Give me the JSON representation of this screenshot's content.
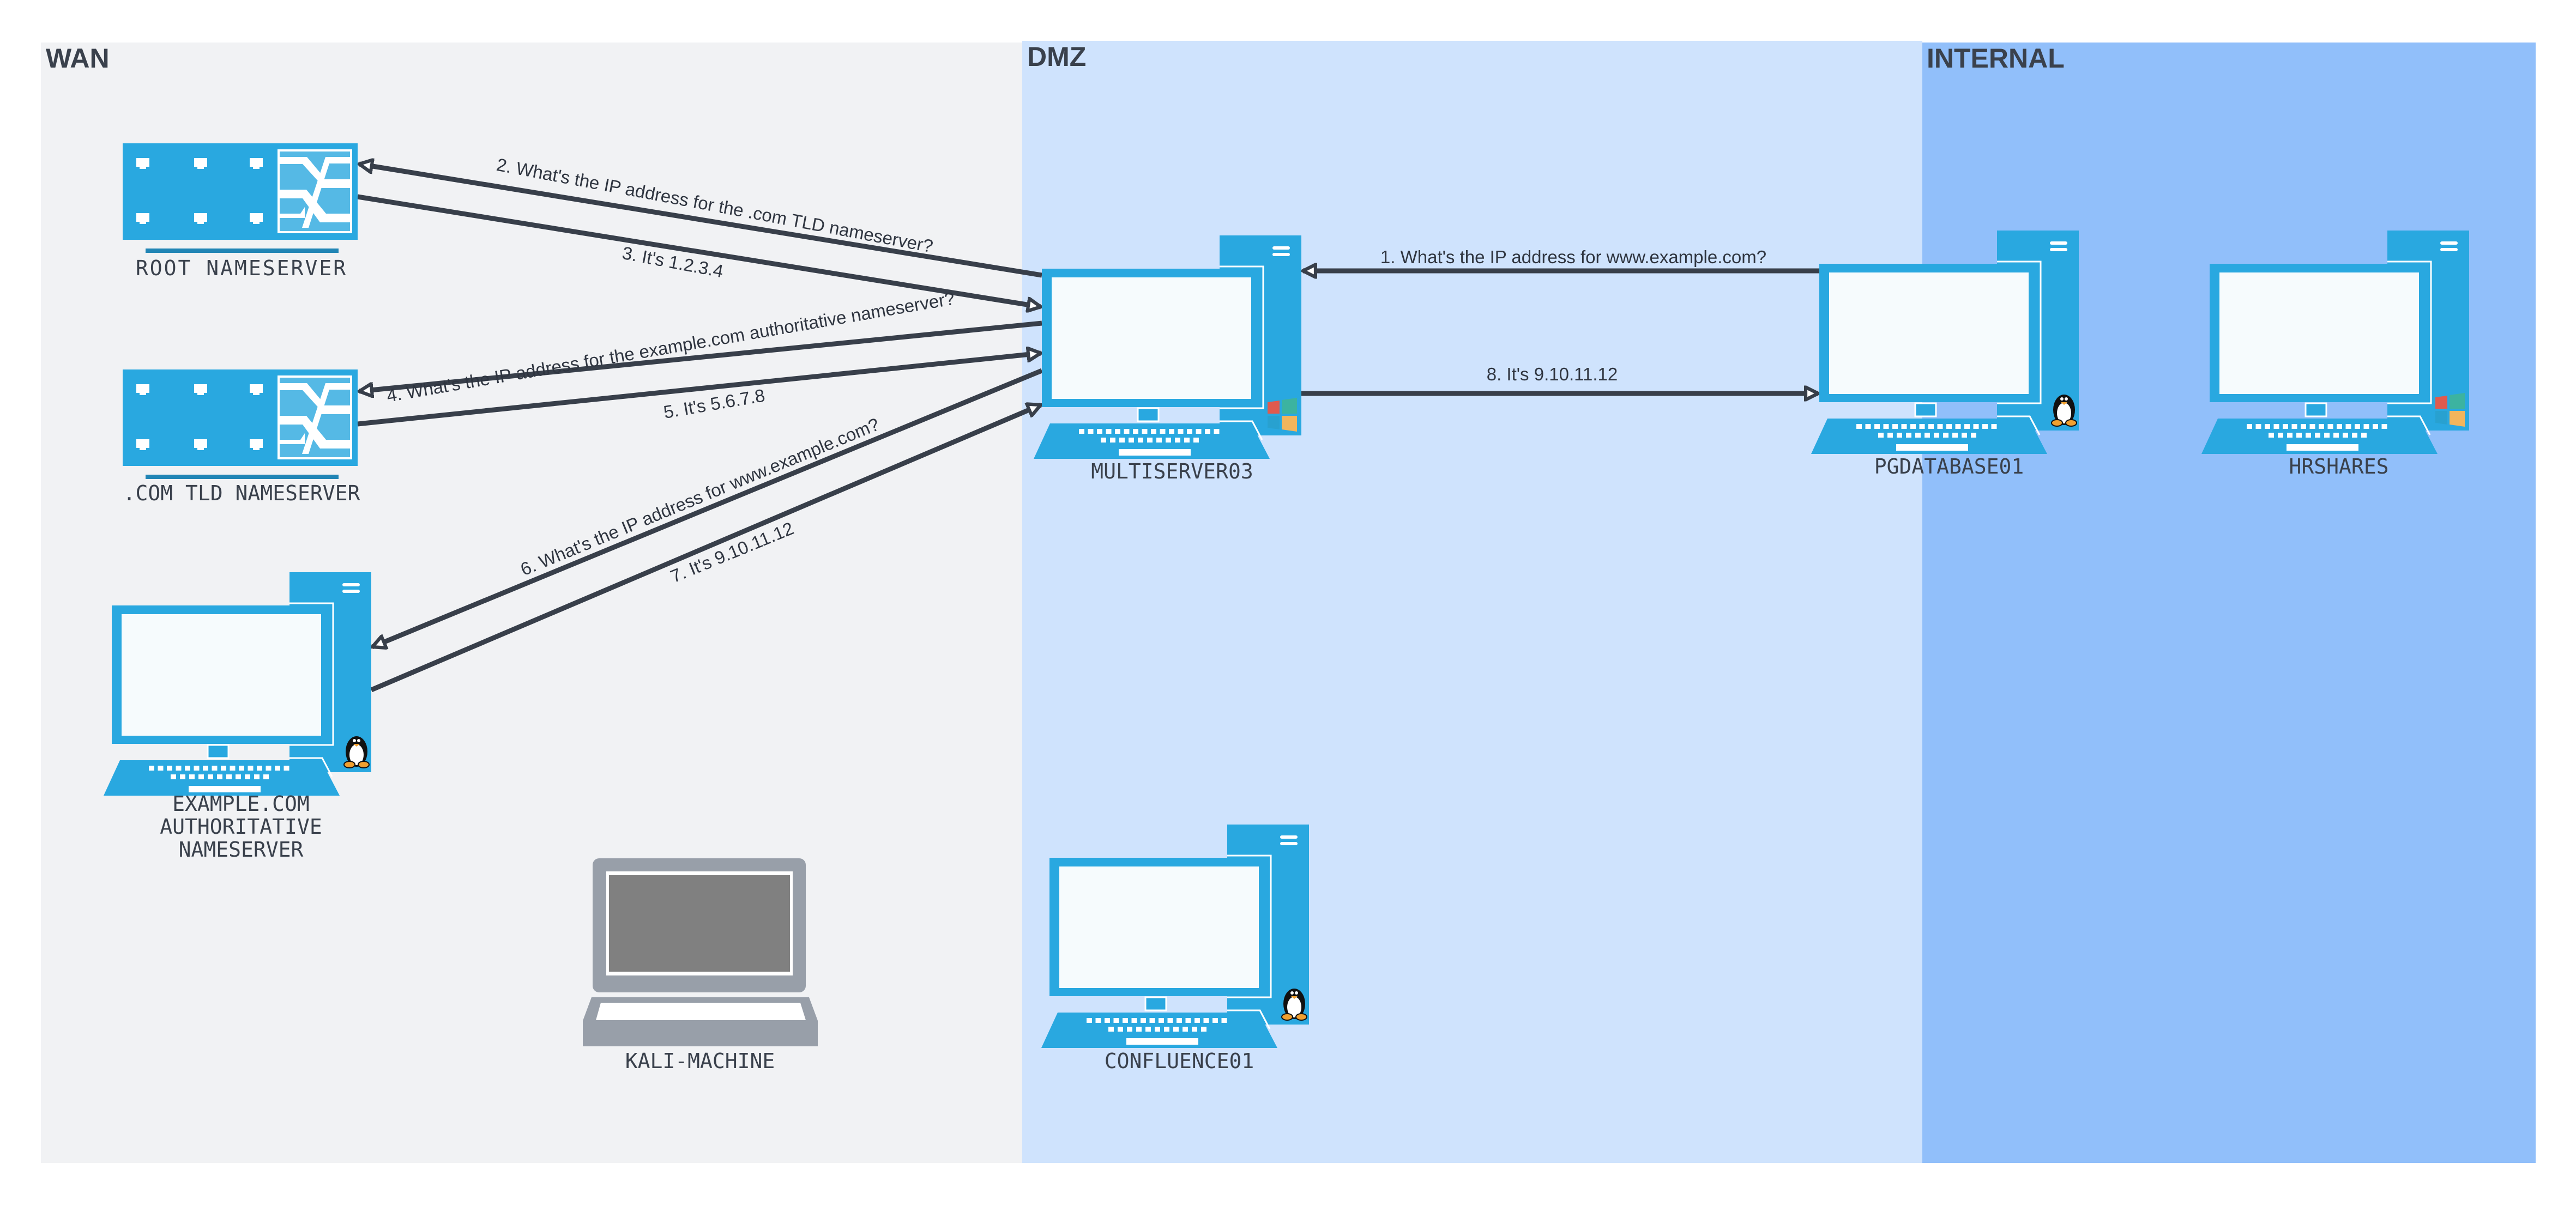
{
  "colors": {
    "wan_bg": "#f1f2f4",
    "dmz_bg": "#cfe3fd",
    "internal_bg": "#91bffa",
    "device_blue": "#29a8e0",
    "device_blue_light": "#55b9e5",
    "screen": "#f6fbfd",
    "laptop_gray": "#989fa9",
    "laptop_screen": "#808080",
    "text_dark": "#3a414c",
    "line": "#383f4a",
    "bar": "#2185b5"
  },
  "zones": [
    {
      "id": "wan",
      "title": "WAN"
    },
    {
      "id": "dmz",
      "title": "DMZ"
    },
    {
      "id": "internal",
      "title": "INTERNAL"
    }
  ],
  "nodes": [
    {
      "id": "root-ns",
      "type": "switch",
      "zone": "wan",
      "label_lines": [
        "ROOT NAMESERVER"
      ]
    },
    {
      "id": "tld-ns",
      "type": "switch",
      "zone": "wan",
      "label_lines": [
        ".COM TLD NAMESERVER"
      ]
    },
    {
      "id": "auth-ns",
      "type": "desktop",
      "os": "linux",
      "zone": "wan",
      "label_lines": [
        "EXAMPLE.COM",
        "AUTHORITATIVE",
        "NAMESERVER"
      ]
    },
    {
      "id": "kali",
      "type": "laptop",
      "zone": "wan",
      "label_lines": [
        "KALI-MACHINE"
      ]
    },
    {
      "id": "multiserver03",
      "type": "desktop",
      "os": "windows",
      "zone": "dmz",
      "label_lines": [
        "MULTISERVER03"
      ]
    },
    {
      "id": "confluence01",
      "type": "desktop",
      "os": "linux",
      "zone": "dmz",
      "label_lines": [
        "CONFLUENCE01"
      ]
    },
    {
      "id": "pgdatabase01",
      "type": "desktop",
      "os": "linux",
      "zone": "internal",
      "label_lines": [
        "PGDATABASE01"
      ]
    },
    {
      "id": "hrshares",
      "type": "desktop",
      "os": "windows",
      "zone": "internal",
      "label_lines": [
        "HRSHARES"
      ]
    }
  ],
  "edges": [
    {
      "step": 1,
      "from": "pgdatabase01",
      "to": "multiserver03",
      "label": "1. What's the IP address for www.example.com?"
    },
    {
      "step": 2,
      "from": "multiserver03",
      "to": "root-ns",
      "label": "2. What's the IP address for the .com TLD nameserver?"
    },
    {
      "step": 3,
      "from": "root-ns",
      "to": "multiserver03",
      "label": "3. It's 1.2.3.4"
    },
    {
      "step": 4,
      "from": "multiserver03",
      "to": "tld-ns",
      "label": "4. What's the IP address for the example.com authoritative nameserver?"
    },
    {
      "step": 5,
      "from": "tld-ns",
      "to": "multiserver03",
      "label": "5. It's 5.6.7.8"
    },
    {
      "step": 6,
      "from": "multiserver03",
      "to": "auth-ns",
      "label": "6. What's the IP address for www.example.com?"
    },
    {
      "step": 7,
      "from": "auth-ns",
      "to": "multiserver03",
      "label": "7. It's 9.10.11.12"
    },
    {
      "step": 8,
      "from": "multiserver03",
      "to": "pgdatabase01",
      "label": "8. It's 9.10.11.12"
    }
  ]
}
